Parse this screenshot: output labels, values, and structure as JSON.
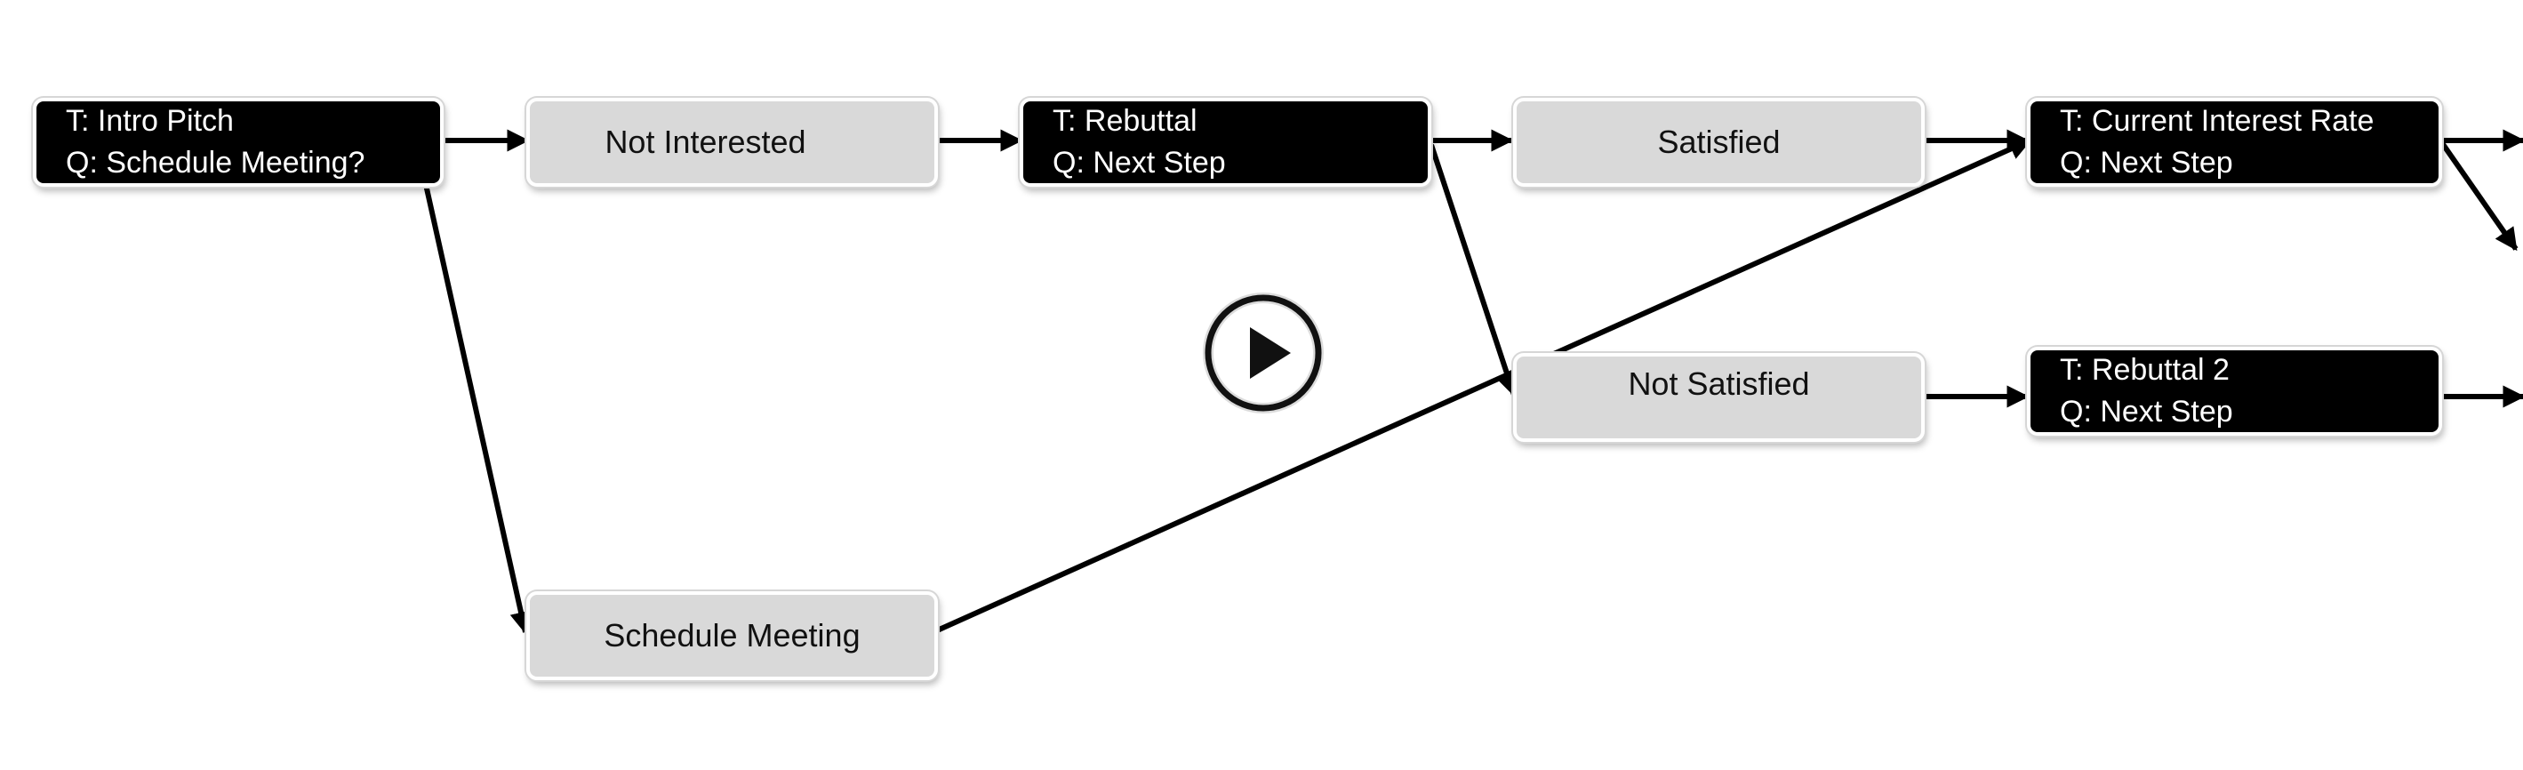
{
  "nodes": {
    "intro_pitch": {
      "title": "T: Intro Pitch",
      "question": "Q: Schedule Meeting?"
    },
    "not_interested": {
      "label": "Not Interested"
    },
    "rebuttal": {
      "title": "T: Rebuttal",
      "question": "Q: Next Step"
    },
    "satisfied": {
      "label": "Satisfied"
    },
    "current_interest_rate": {
      "title": "T: Current Interest Rate",
      "question": "Q: Next Step"
    },
    "not_satisfied": {
      "label": "Not Satisfied"
    },
    "rebuttal_2": {
      "title": "T: Rebuttal 2",
      "question": "Q: Next Step"
    },
    "schedule_meeting": {
      "label": "Schedule Meeting"
    }
  },
  "icons": {
    "play": "play-icon"
  },
  "colors": {
    "task_node": "#000000",
    "response_node": "#d9d9d9",
    "connector": "#000000"
  }
}
